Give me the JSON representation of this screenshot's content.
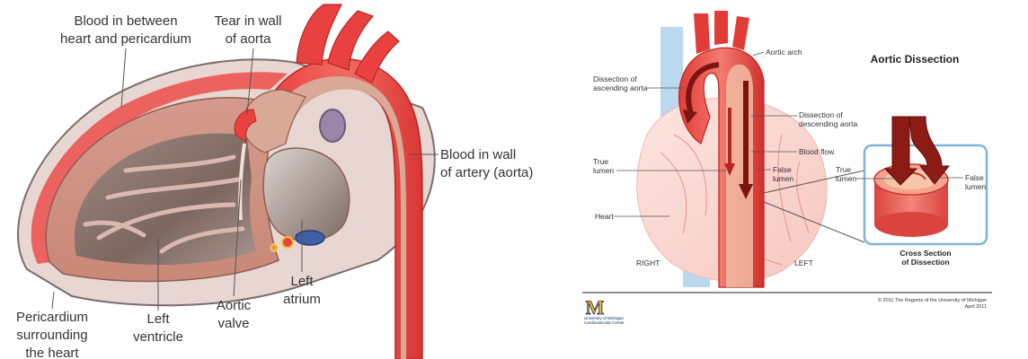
{
  "left_panel": {
    "labels": {
      "blood_between_1": "Blood in between",
      "blood_between_2": "heart and pericardium",
      "tear_1": "Tear in wall",
      "tear_2": "of aorta",
      "blood_wall_1": "Blood in wall",
      "blood_wall_2": "of artery (aorta)",
      "pericardium_1": "Pericardium",
      "pericardium_2": "surrounding",
      "pericardium_3": "the heart",
      "left_ventricle_1": "Left",
      "left_ventricle_2": "ventricle",
      "aortic_valve_1": "Aortic",
      "aortic_valve_2": "valve",
      "left_atrium_1": "Left",
      "left_atrium_2": "atrium"
    }
  },
  "right_panel": {
    "title": "Aortic Dissection",
    "labels": {
      "aortic_arch": "Aortic arch",
      "dissection_ascending_1": "Dissection of",
      "dissection_ascending_2": "ascending aorta",
      "dissection_descending_1": "Dissection of",
      "dissection_descending_2": "descending aorta",
      "blood_flow": "Blood flow",
      "true_lumen_1": "True",
      "true_lumen_2": "lumen",
      "false_lumen_1": "False",
      "false_lumen_2": "lumen",
      "heart": "Heart",
      "right": "RIGHT",
      "left": "LEFT",
      "cs_true_1": "True",
      "cs_true_2": "lumen",
      "cs_false_1": "False",
      "cs_false_2": "lumen",
      "cross_section_1": "Cross Section",
      "cross_section_2": "of Dissection"
    },
    "footer": {
      "logo_letter": "M",
      "logo_line_1": "University of Michigan",
      "logo_line_2": "Cardiovascular Center",
      "copyright": "© 2011 The Regents of the University of Michigan",
      "date": "April 2011"
    }
  }
}
